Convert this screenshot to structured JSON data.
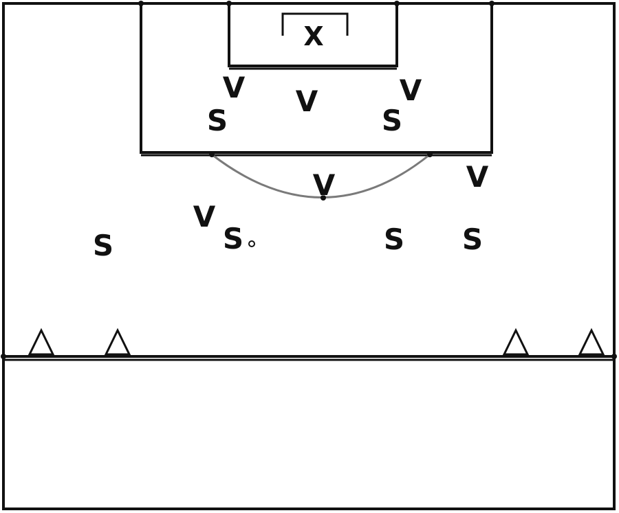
{
  "diagram": {
    "goalkeeper_label": "X",
    "attackers": [
      {
        "label": "S"
      },
      {
        "label": "S"
      },
      {
        "label": "S"
      },
      {
        "label": "S"
      },
      {
        "label": "S"
      },
      {
        "label": "S"
      }
    ],
    "defenders": [
      {
        "label": "V"
      },
      {
        "label": "V"
      },
      {
        "label": "V"
      },
      {
        "label": "V"
      },
      {
        "label": "V"
      },
      {
        "label": "V"
      }
    ],
    "cone_icon": "cone-triangle-icon",
    "ball_icon": "ball-icon",
    "cone_count": 4
  }
}
